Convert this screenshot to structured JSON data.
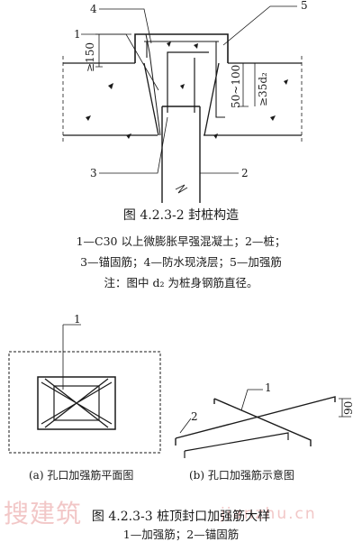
{
  "figure1": {
    "caption": "图 4.2.3-2   封桩构造",
    "legend_line1": "1—C30 以上微膨胀早强混凝土；2—桩；",
    "legend_line2": "3—锚固筋；4—防水现浇层；5—加强筋",
    "note": "注：图中 d₂ 为桩身钢筋直径。",
    "callouts": [
      "1",
      "2",
      "3",
      "4",
      "5"
    ],
    "dim_top": "≥150",
    "dim_side": "50~100",
    "dim_anchor": "≥35d₂"
  },
  "figure2": {
    "sub_a": "(a)  孔口加强筋平面图",
    "sub_b": "(b)  孔口加强筋示意图",
    "caption": "图 4.2.3-3   桩顶封口加强筋大样",
    "legend": "1—加强筋；2—锚固筋",
    "callouts": [
      "1",
      "1",
      "2"
    ],
    "dim_bend": "90"
  },
  "watermark": {
    "text_cn": "搜建筑",
    "text_en": "jianzhu.cn"
  },
  "colors": {
    "ink": "#1a1a1a",
    "watermark": "#f2c7c7"
  }
}
